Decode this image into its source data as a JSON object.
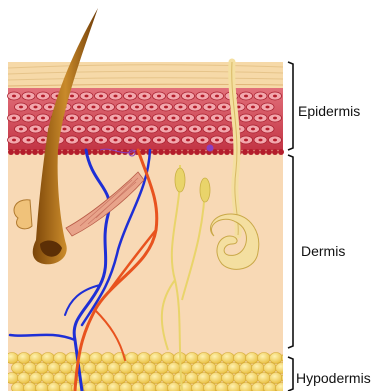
{
  "labels": {
    "epidermis": "Epidermis",
    "dermis": "Dermis",
    "hypodermis": "Hypodermis"
  },
  "colors": {
    "dermis": "#f8d9b5",
    "stratum_corneum": "#f6d9a8",
    "epidermis_cells": "#d9495a",
    "basal_cells": "#b41e2c",
    "hair": "#a86617",
    "artery": "#e8531f",
    "vein": "#1e2fd6",
    "nerve": "#e9d46a",
    "sweat_gland": "#f4dfa0",
    "fat_cells": "#f2d05e"
  }
}
